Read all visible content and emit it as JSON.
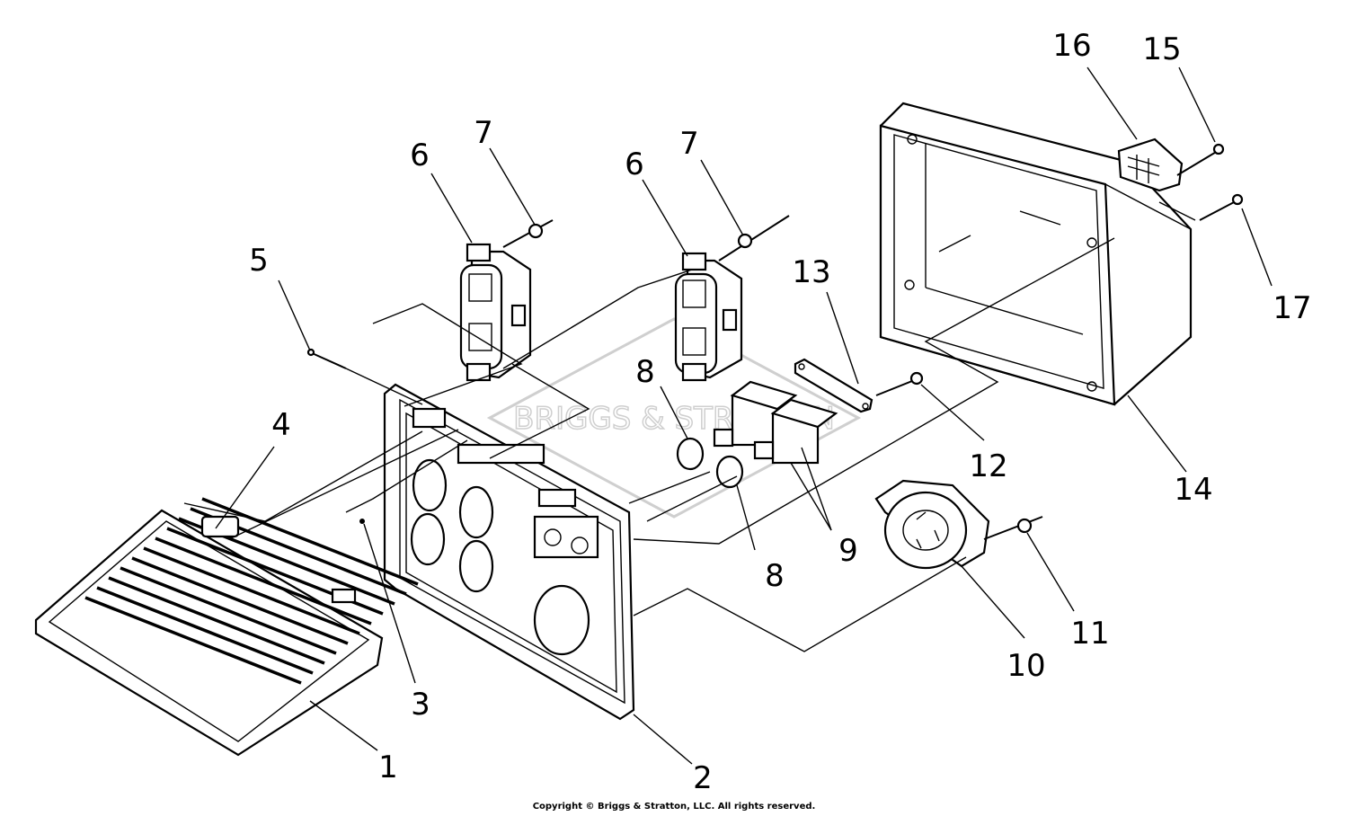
{
  "watermark": {
    "text": "BRIGGS & STRATTON"
  },
  "callouts": [
    "1",
    "2",
    "3",
    "4",
    "5",
    "6",
    "6",
    "7",
    "7",
    "8",
    "8",
    "9",
    "10",
    "11",
    "12",
    "13",
    "14",
    "15",
    "16",
    "17"
  ],
  "copyright": "Copyright © Briggs & Stratton, LLC. All rights reserved."
}
